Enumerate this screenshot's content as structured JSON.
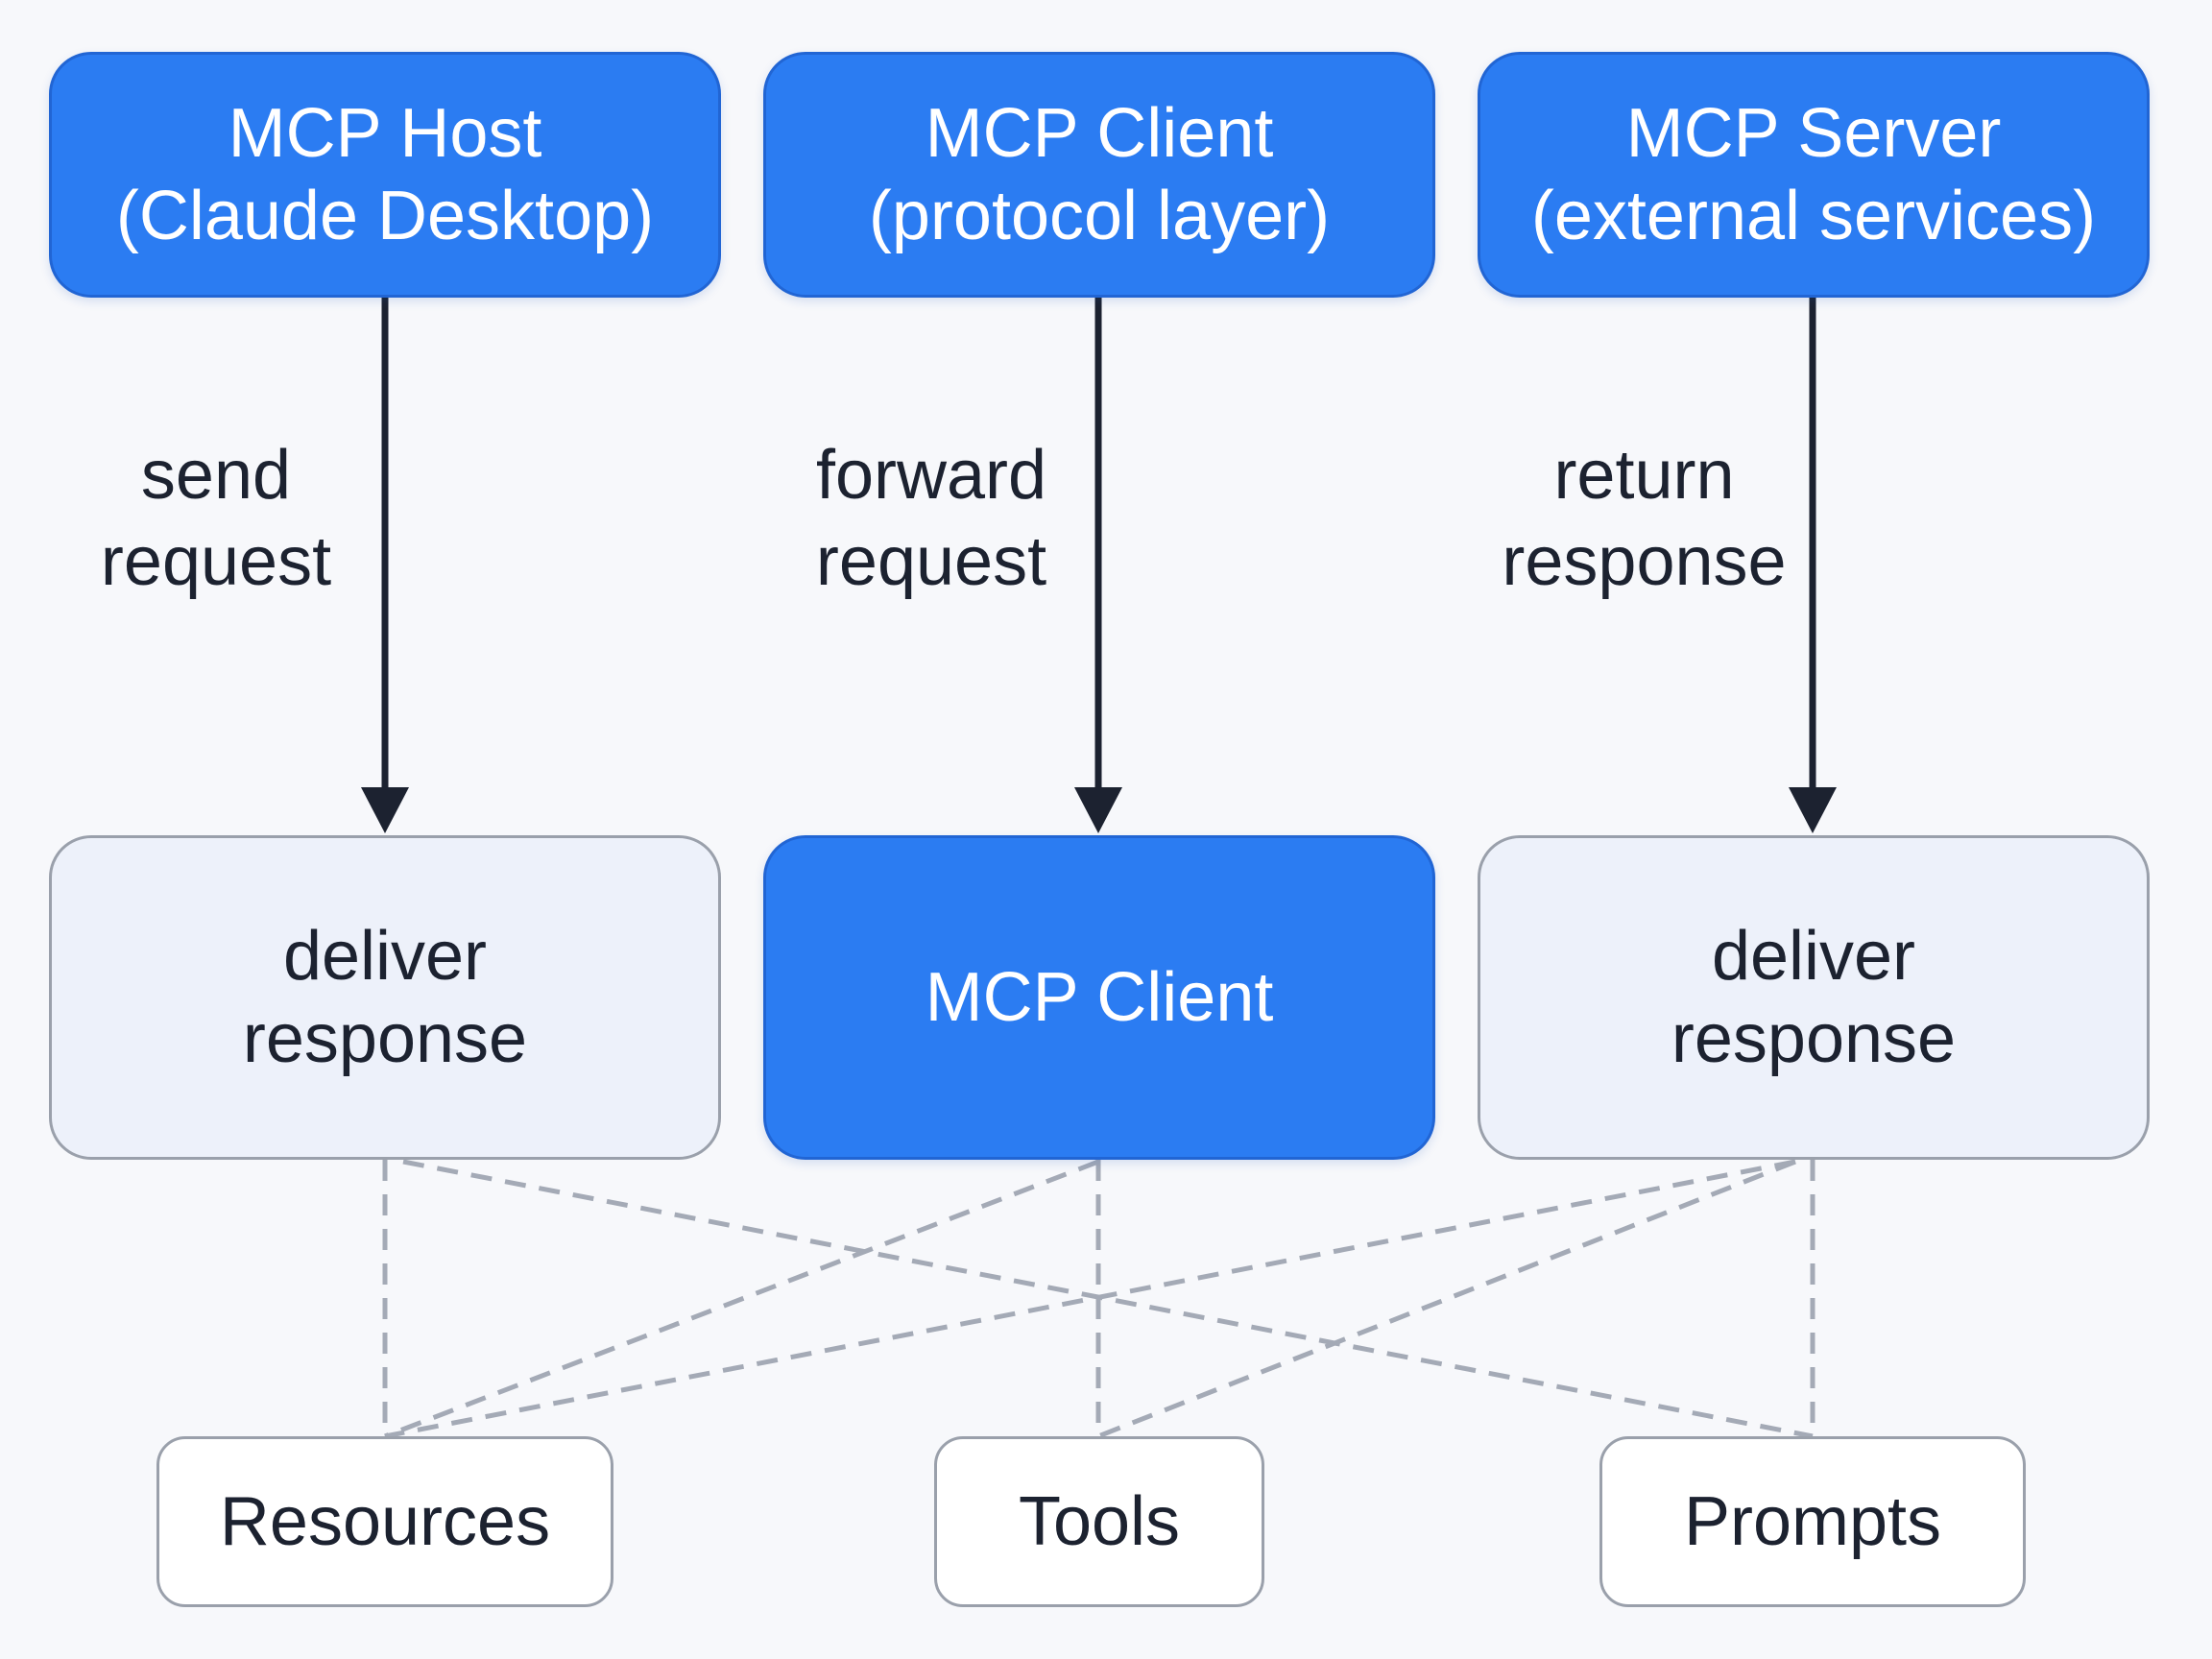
{
  "top_row": {
    "host": {
      "line1": "MCP Host",
      "line2": "(Claude Desktop)"
    },
    "client": {
      "line1": "MCP Client",
      "line2": "(protocol layer)"
    },
    "server": {
      "line1": "MCP Server",
      "line2": "(external services)"
    }
  },
  "edges": {
    "host_down": {
      "line1": "send",
      "line2": "request"
    },
    "client_down": {
      "line1": "forward",
      "line2": "request"
    },
    "server_down": {
      "line1": "return",
      "line2": "response"
    }
  },
  "middle_row": {
    "left": {
      "line1": "deliver",
      "line2": "response"
    },
    "center": {
      "line1": "MCP Client"
    },
    "right": {
      "line1": "deliver",
      "line2": "response"
    }
  },
  "bottom_row": {
    "resources": "Resources",
    "tools": "Tools",
    "prompts": "Prompts"
  },
  "colors": {
    "primary_blue": "#2b7cf2",
    "light_box": "#edf1fa",
    "arrow": "#1c2230",
    "dashed": "#a4aab6"
  }
}
